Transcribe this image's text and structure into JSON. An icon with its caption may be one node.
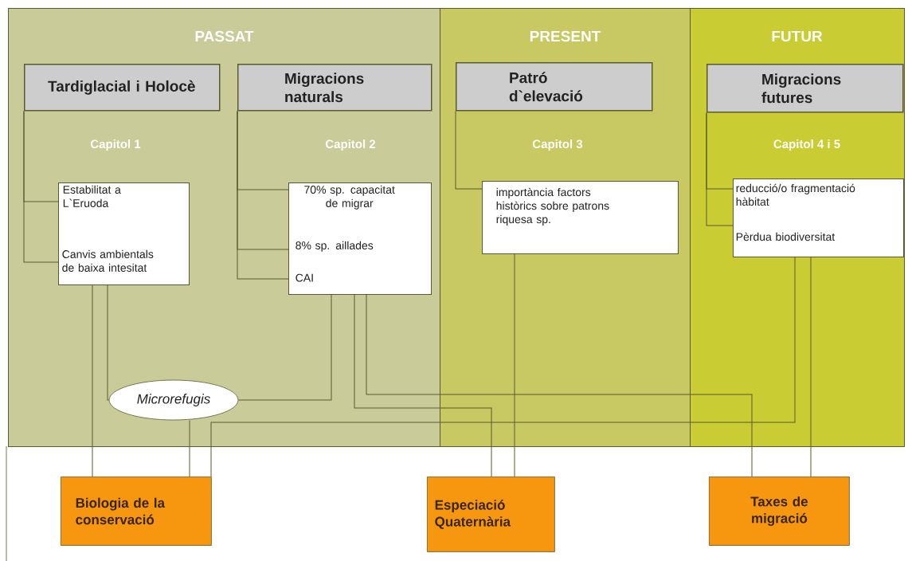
{
  "diagram": {
    "nodes": [
      {
        "text": [
          "PASSAT"
        ]
      },
      {
        "text": [
          "PRESENT"
        ]
      },
      {
        "text": [
          "FUTUR"
        ]
      },
      {
        "text": [
          "Tardiglacial i Holocè"
        ],
        "in": 0
      },
      {
        "text": [
          "Migracions naturals"
        ],
        "in": 0
      },
      {
        "text": [
          "Patró d`elevació"
        ],
        "in": 1
      },
      {
        "text": [
          "Migracions futures"
        ],
        "in": 2
      },
      {
        "text": [
          "Estabilitat a L`Eruoda",
          "Canvis ambientals de baixa intesitat"
        ],
        "in": 0
      },
      {
        "text": [
          "70% sp. capacitat de migrar",
          "8%  sp. aillades",
          "CAI"
        ],
        "in": 0
      },
      {
        "text": [
          "importància factors històrics sobre  patrons riquesa sp."
        ],
        "in": 1
      },
      {
        "text": [
          "reducció/o fragmentació hàbitat",
          "Pèrdua biodiversitat"
        ],
        "in": 2
      },
      {
        "text": [
          "Microrefugis"
        ],
        "in": 0
      },
      {
        "text": [
          "Biologia de la conservació"
        ]
      },
      {
        "text": [
          "Especiació Quaternària"
        ]
      },
      {
        "text": [
          "Taxes de migració"
        ]
      }
    ],
    "edges": [
      {
        "from": 3,
        "to": 7,
        "arrow": "none"
      },
      {
        "from": 3,
        "to": 7,
        "arrow": "none"
      },
      {
        "from": 4,
        "to": 8,
        "arrow": "none"
      },
      {
        "from": 4,
        "to": 8,
        "arrow": "none"
      },
      {
        "from": 4,
        "to": 8,
        "arrow": "none"
      },
      {
        "from": 5,
        "to": 9,
        "arrow": "none"
      },
      {
        "from": 6,
        "to": 10,
        "arrow": "none"
      },
      {
        "from": 6,
        "to": 10,
        "arrow": "none"
      },
      {
        "from": 7,
        "to": 12,
        "arrow": "none"
      },
      {
        "from": 7,
        "to": 11,
        "arrow": "none"
      },
      {
        "from": 11,
        "to": 12,
        "arrow": "none"
      },
      {
        "from": 8,
        "to": 11,
        "arrow": "none"
      },
      {
        "from": 8,
        "to": 13,
        "arrow": "none"
      },
      {
        "from": 8,
        "to": 14,
        "arrow": "none"
      },
      {
        "from": 10,
        "to": 12,
        "arrow": "none"
      },
      {
        "from": 9,
        "to": 13,
        "arrow": "none"
      },
      {
        "from": 10,
        "to": 14,
        "arrow": "none"
      }
    ],
    "labels": [
      "Capitol 1",
      "Capitol 2",
      "Capitol 3",
      "Capitol 4 i 5"
    ]
  }
}
